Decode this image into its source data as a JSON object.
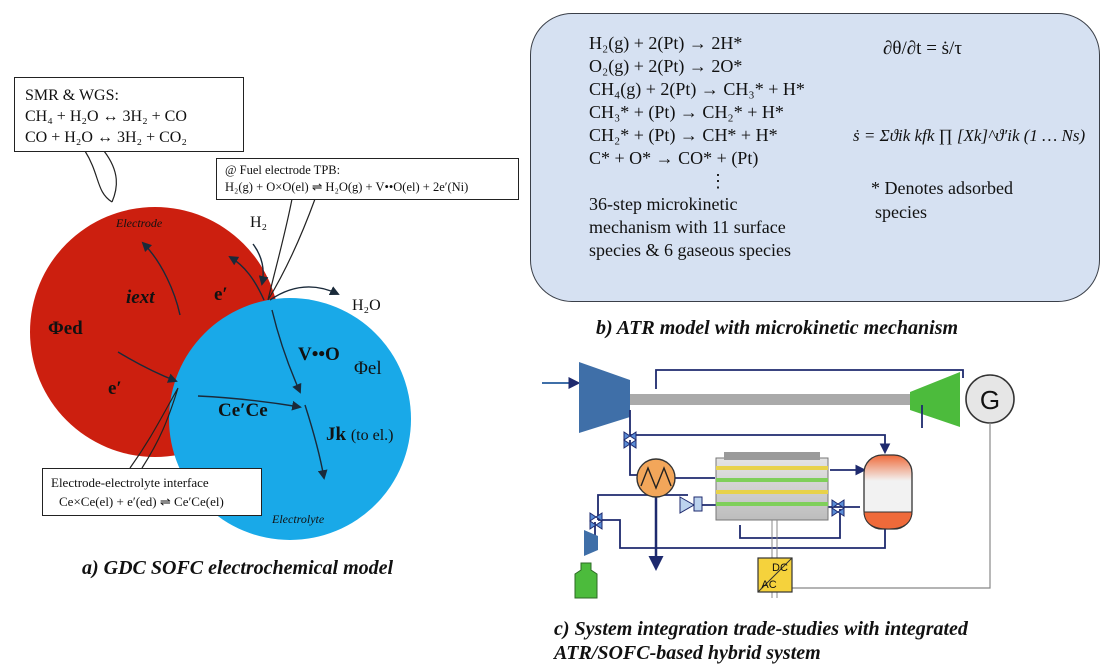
{
  "panel_a": {
    "smr_box": {
      "title": "SMR & WGS:",
      "eq1": "CH₄ + H₂O ↔ 3H₂ + CO",
      "eq2": "CO +  H₂O ↔ 3H₂ + CO₂"
    },
    "tpb_box": {
      "title": "@ Fuel electrode TPB:",
      "eq": "H₂(g) + O×O(el) ⇌ H₂O(g) + V••O(el) + 2e′(Ni)"
    },
    "interface_box": {
      "title": "Electrode-electrolyte interface",
      "eq": "Ce×Ce(el) + e′(ed) ⇌ Ce′Ce(el)"
    },
    "labels": {
      "electrode": "Electrode",
      "electrolyte": "Electrolyte",
      "h2": "H₂",
      "h2o": "H₂O",
      "i_ext": "iext",
      "e_prime_1": "e′",
      "e_prime_2": "e′",
      "phi_ed": "Φed",
      "phi_el": "Φel",
      "vacancy": "V••O",
      "ce": "Ce′Ce",
      "jk": "Jk",
      "jk_suffix": "(to el.)"
    },
    "colors": {
      "electrode": "#cc1f0f",
      "electrolyte": "#19a9e8"
    },
    "caption": "a) GDC SOFC electrochemical model"
  },
  "panel_b": {
    "reactions": [
      "H₂(g) + 2(Pt) → 2H*",
      "O₂(g) + 2(Pt) → 2O*",
      "CH₄(g) + 2(Pt) → CH₃* + H*",
      "CH₃* + (Pt) → CH₂* + H*",
      "CH₂* + (Pt) → CH* + H*",
      "C* + O* → CO* + (Pt)",
      "⋮",
      "36-step microkinetic",
      "mechanism with 11 surface",
      "species & 6 gaseous species"
    ],
    "eq_rate_lhs": "∂θ/∂t",
    "eq_rate_rhs": "ṡ/τ",
    "eq_source": "ṡ = Σϑik kfk ∏ [Xk]^ϑ′ik  (1 … Ns)",
    "note1": "* Denotes adsorbed",
    "note2": "species",
    "box_color": "#d6e1f2",
    "caption": "b) ATR model with microkinetic mechanism"
  },
  "panel_c": {
    "generator_label": "G",
    "converter_top": "DC",
    "converter_bottom": "AC",
    "caption_line1": "c) System integration trade-studies with integrated",
    "caption_line2": "ATR/SOFC-based hybrid system",
    "colors": {
      "compressor": "#3f6fa8",
      "turbine": "#4cbb3c",
      "hex": "#f2a65a",
      "pipe": "#1e2a6e"
    }
  }
}
